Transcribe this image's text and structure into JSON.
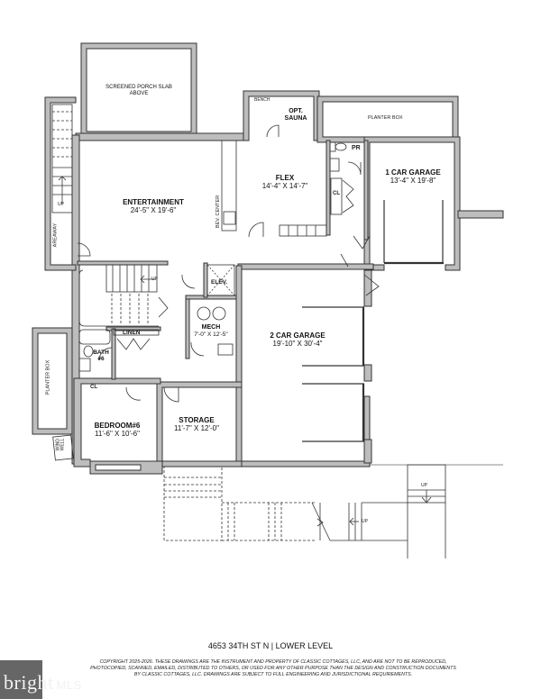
{
  "plan": {
    "title": "4653 34TH ST N | LOWER LEVEL",
    "copyright": "COPYRIGHT 2025-2026. THESE DRAWINGS ARE THE INSTRUMENT AND PROPERTY OF CLASSIC COTTAGES, LLC, AND ARE NOT TO BE REPRODUCED, PHOTOCOPIED, SCANNED, EMAILED, DISTRIBUTED TO OTHERS, OR USED FOR ANY OTHER PURPOSE THAN THE DESIGN AND CONSTRUCTION DOCUMENTS BY CLASSIC COTTAGES, LLC. DRAWINGS ARE SUBJECT TO FULL ENGINEERING AND JURISDICTIONAL REQUIREMENTS."
  },
  "rooms": {
    "porch": {
      "name": "SCREENED PORCH SLAB",
      "sub": "ABOVE"
    },
    "entertainment": {
      "name": "ENTERTAINMENT",
      "dims": "24'-5\" X 19'-6\""
    },
    "flex": {
      "name": "FLEX",
      "dims": "14'-4\" X 14'-7\""
    },
    "sauna": {
      "name": "OPT.",
      "sub": "SAUNA"
    },
    "bench": {
      "name": "BENCH"
    },
    "planter_top": {
      "name": "PLANTER BOX"
    },
    "pr": {
      "name": "PR"
    },
    "cl_flex": {
      "name": "CL"
    },
    "garage1": {
      "name": "1 CAR GARAGE",
      "dims": "13'-4\" X 19'-8\""
    },
    "garage2": {
      "name": "2 CAR GARAGE",
      "dims": "19'-10\" X 30'-4\""
    },
    "elevator": {
      "name": "ELEV."
    },
    "mech": {
      "name": "MECH",
      "dims": "7'-0\" X 12'-5\""
    },
    "linen": {
      "name": "LINEN"
    },
    "bath": {
      "name": "BATH",
      "sub": "#6"
    },
    "cl_bath": {
      "name": "CL"
    },
    "bedroom": {
      "name": "BEDROOM#6",
      "dims": "11'-6\" X 10'-6\""
    },
    "storage": {
      "name": "STORAGE",
      "dims": "11'-7\" X 12'-0\""
    },
    "planter_left": {
      "name": "PLANTER BOX"
    },
    "bev_center": {
      "name": "BEV. CENTER"
    },
    "areaway": {
      "name": "AREAWAY"
    },
    "window_well": {
      "name": "WIND.",
      "sub": "WELL"
    }
  },
  "stairs": {
    "areaway_up": "UP",
    "interior_up": "UP",
    "exterior_up_1": "UP",
    "exterior_up_2": "UP"
  },
  "watermark": {
    "brand": "bright",
    "suffix": "MLS"
  }
}
